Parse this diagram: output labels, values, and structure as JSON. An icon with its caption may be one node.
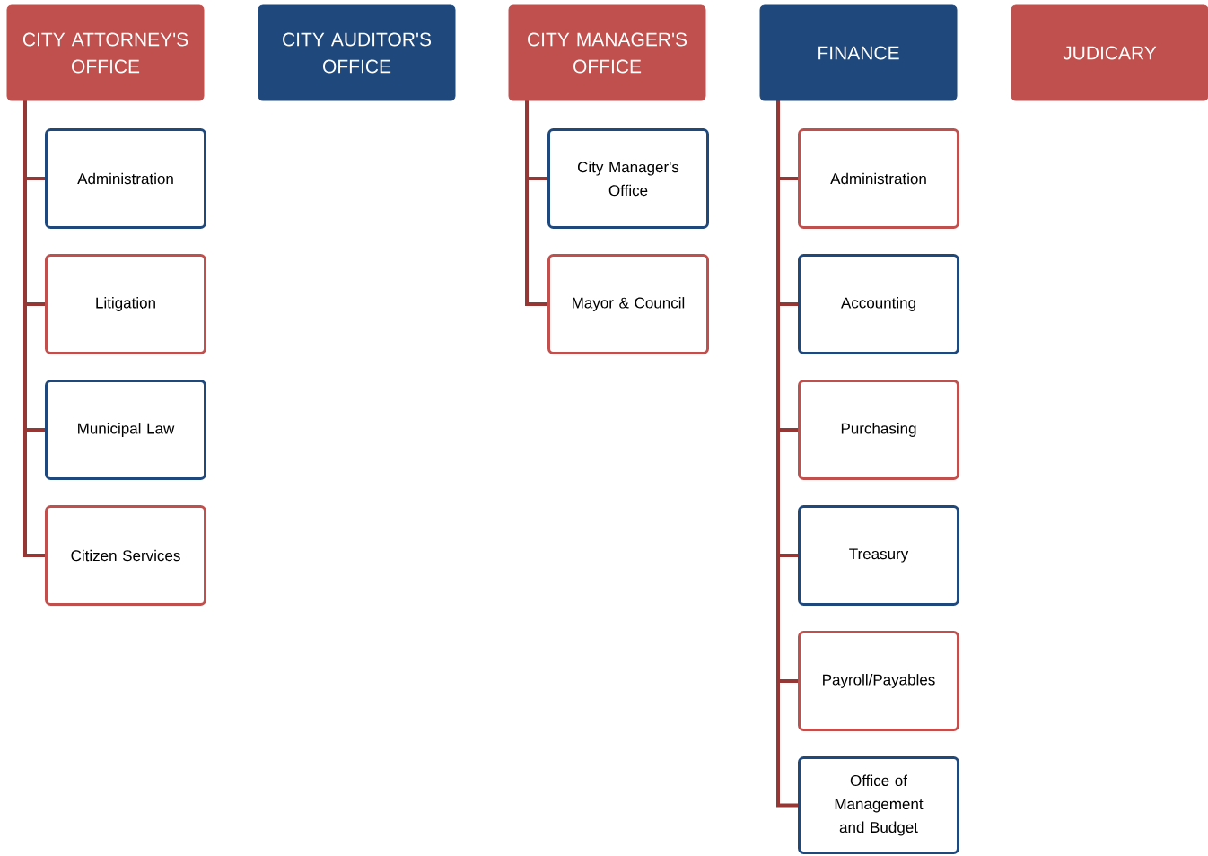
{
  "diagram": {
    "nodes": [
      {
        "text": [
          "CITY ATTORNEY'S OFFICE"
        ]
      },
      {
        "text": [
          "Administration"
        ]
      },
      {
        "text": [
          "Litigation"
        ]
      },
      {
        "text": [
          "Municipal Law"
        ]
      },
      {
        "text": [
          "Citizen Services"
        ]
      },
      {
        "text": [
          "CITY AUDITOR'S OFFICE"
        ]
      },
      {
        "text": [
          "CITY MANAGER'S OFFICE"
        ]
      },
      {
        "text": [
          "City Manager's Office"
        ]
      },
      {
        "text": [
          "Mayor & Council"
        ]
      },
      {
        "text": [
          "FINANCE"
        ]
      },
      {
        "text": [
          "Administration"
        ]
      },
      {
        "text": [
          "Accounting"
        ]
      },
      {
        "text": [
          "Purchasing"
        ]
      },
      {
        "text": [
          "Treasury"
        ]
      },
      {
        "text": [
          "Payroll/Payables"
        ]
      },
      {
        "text": [
          "Office of Management and Budget"
        ]
      },
      {
        "text": [
          "JUDICARY"
        ]
      }
    ],
    "edges": [
      {
        "from": 0,
        "to": 1,
        "arrow": "none"
      },
      {
        "from": 0,
        "to": 2,
        "arrow": "none"
      },
      {
        "from": 0,
        "to": 3,
        "arrow": "none"
      },
      {
        "from": 0,
        "to": 4,
        "arrow": "none"
      },
      {
        "from": 6,
        "to": 7,
        "arrow": "none"
      },
      {
        "from": 6,
        "to": 8,
        "arrow": "none"
      },
      {
        "from": 9,
        "to": 10,
        "arrow": "none"
      },
      {
        "from": 9,
        "to": 11,
        "arrow": "none"
      },
      {
        "from": 9,
        "to": 12,
        "arrow": "none"
      },
      {
        "from": 9,
        "to": 13,
        "arrow": "none"
      },
      {
        "from": 9,
        "to": 14,
        "arrow": "none"
      },
      {
        "from": 9,
        "to": 15,
        "arrow": "none"
      }
    ]
  }
}
